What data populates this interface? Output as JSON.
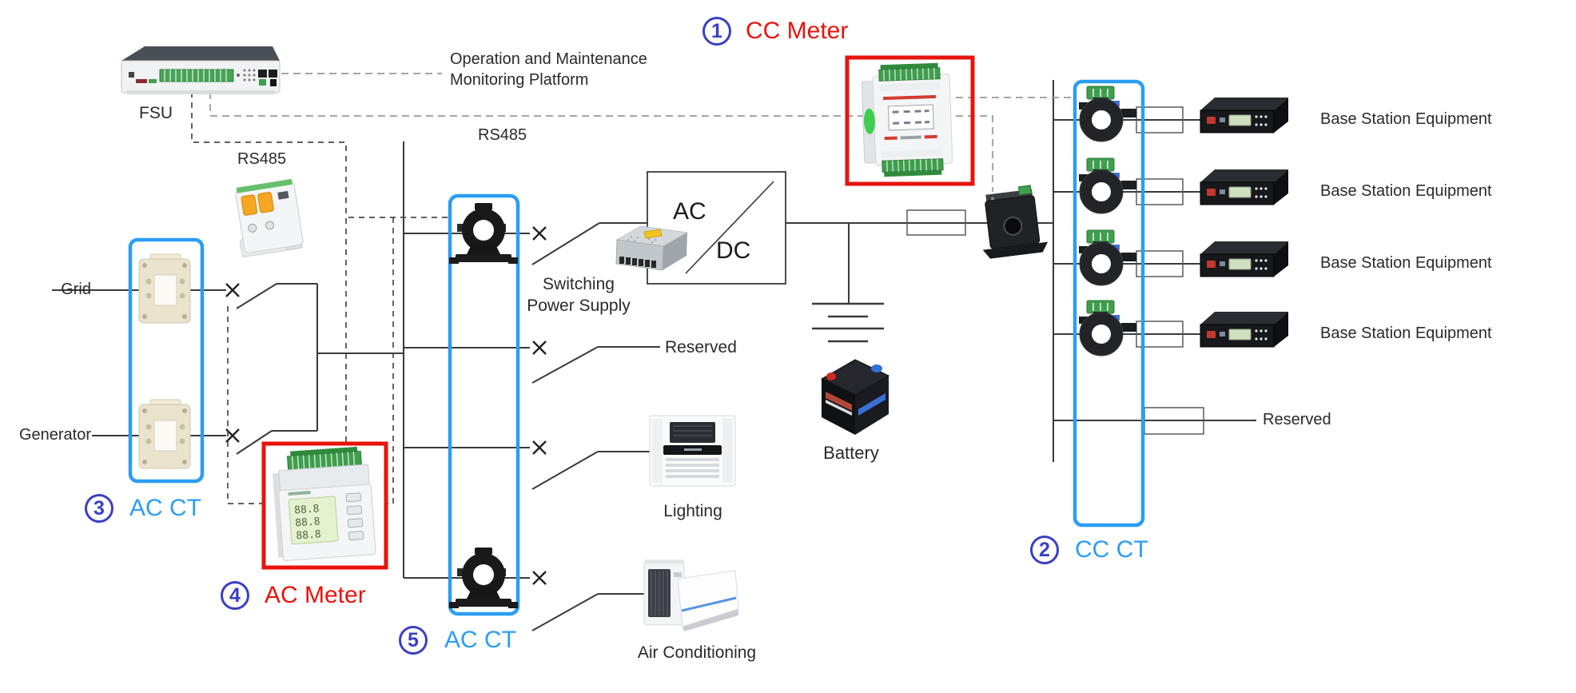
{
  "labels": {
    "fsu": "FSU",
    "platform_line1": "Operation and Maintenance",
    "platform_line2": "Monitoring Platform",
    "rs485_top": "RS485",
    "rs485_left": "RS485",
    "grid": "Grid",
    "generator": "Generator",
    "switching_line1": "Switching",
    "switching_line2": "Power Supply",
    "ac": "AC",
    "dc": "DC",
    "reserved_ac": "Reserved",
    "lighting": "Lighting",
    "air_conditioning": "Air Conditioning",
    "battery": "Battery",
    "reserved_dc": "Reserved"
  },
  "callouts": [
    {
      "num": "1",
      "label": "CC Meter",
      "style": "red"
    },
    {
      "num": "2",
      "label": "CC CT",
      "style": "blue"
    },
    {
      "num": "3",
      "label": "AC CT",
      "style": "blue"
    },
    {
      "num": "4",
      "label": "AC Meter",
      "style": "red"
    },
    {
      "num": "5",
      "label": "AC CT",
      "style": "blue"
    }
  ],
  "equipment_rows": [
    "Base Station Equipment",
    "Base Station Equipment",
    "Base Station Equipment",
    "Base Station Equipment"
  ],
  "colors": {
    "highlight_red": "#e8140c",
    "highlight_blue": "#2b9df4",
    "callout_number_blue": "#3a3fc4",
    "line": "#3a3a3a"
  }
}
